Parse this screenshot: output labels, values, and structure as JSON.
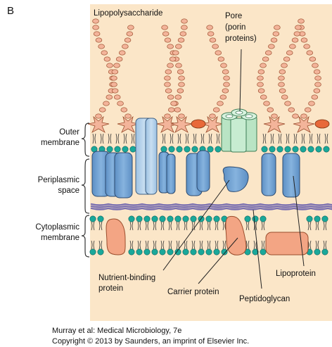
{
  "panel_letter": "B",
  "labels": {
    "lipopolysaccharide": "Lipopolysaccharide",
    "pore_line1": "Pore",
    "pore_line2": "(porin",
    "pore_line3": "proteins)",
    "outer_line1": "Outer",
    "outer_line2": "membrane",
    "peri_line1": "Periplasmic",
    "peri_line2": "space",
    "cyto_line1": "Cytoplasmic",
    "cyto_line2": "membrane",
    "nutrient_line1": "Nutrient-binding",
    "nutrient_line2": "protein",
    "carrier": "Carrier protein",
    "peptidoglycan": "Peptidoglycan",
    "lipoprotein": "Lipoprotein"
  },
  "caption": {
    "line1": "Murray et al: Medical Microbiology, 7e",
    "line2": "Copyright © 2013 by Saunders, an imprint of Elsevier Inc."
  },
  "colors": {
    "background_panel": "#fbe6c8",
    "lps_bead": "#f3b49a",
    "lipid_head": "#1aa89a",
    "membrane_protein": "#6c9fce",
    "porin": "#b9e4c4",
    "carrier_protein": "#f3a584",
    "peptidoglycan": "#7a6fb0",
    "lipid_a_cap": "#e8693a"
  }
}
